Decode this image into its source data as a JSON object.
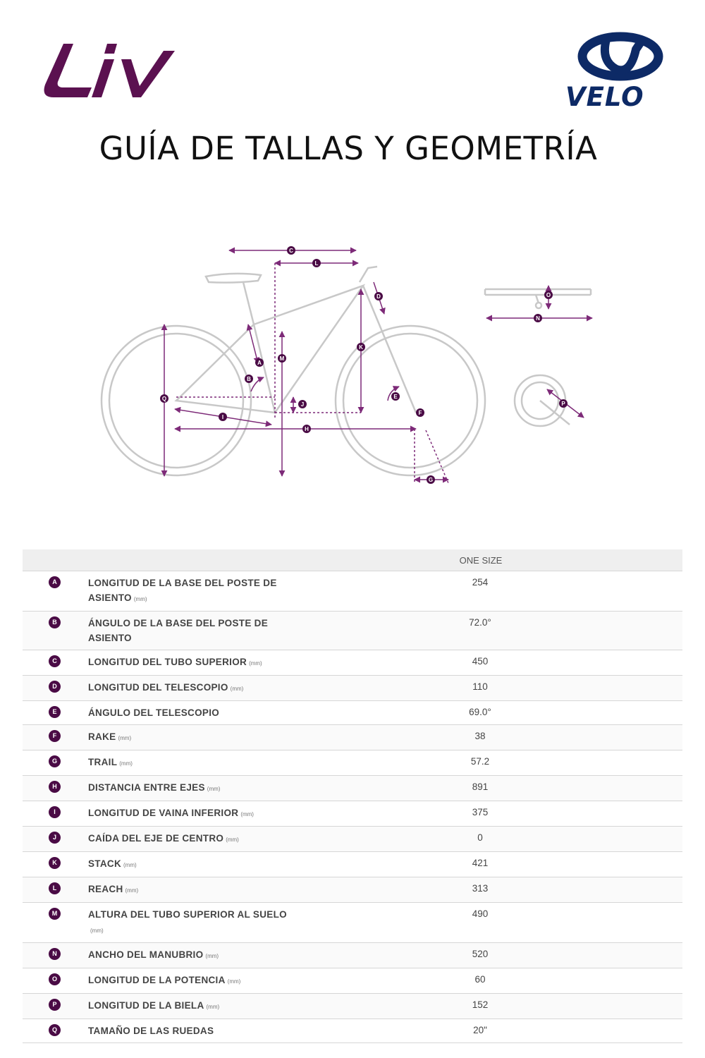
{
  "header": {
    "logo_left": "Liv",
    "logo_right": "VELO",
    "title": "GUÍA DE TALLAS Y GEOMETRÍA"
  },
  "colors": {
    "liv_purple": "#5b1150",
    "badge_purple": "#4a0b45",
    "velo_blue": "#0d2a66",
    "diagram_line": "#c8c8c8",
    "dimension_purple": "#7d2a78"
  },
  "diagram": {
    "markers": [
      "A",
      "B",
      "C",
      "D",
      "E",
      "F",
      "G",
      "H",
      "I",
      "J",
      "K",
      "L",
      "M",
      "N",
      "O",
      "P",
      "Q"
    ]
  },
  "table": {
    "column_header": "ONE SIZE",
    "rows": [
      {
        "letter": "A",
        "label": "LONGITUD DE LA BASE DEL POSTE DE",
        "label2": "ASIENTO",
        "unit": "(mm)",
        "value": "254"
      },
      {
        "letter": "B",
        "label": "ÁNGULO DE LA BASE DEL POSTE DE",
        "label2": "ASIENTO",
        "unit": "",
        "value": "72.0°"
      },
      {
        "letter": "C",
        "label": "LONGITUD DEL TUBO SUPERIOR",
        "label2": "",
        "unit": "(mm)",
        "value": "450"
      },
      {
        "letter": "D",
        "label": "LONGITUD DEL TELESCOPIO",
        "label2": "",
        "unit": "(mm)",
        "value": "110"
      },
      {
        "letter": "E",
        "label": "ÁNGULO DEL TELESCOPIO",
        "label2": "",
        "unit": "",
        "value": "69.0°"
      },
      {
        "letter": "F",
        "label": "RAKE",
        "label2": "",
        "unit": "(mm)",
        "value": "38"
      },
      {
        "letter": "G",
        "label": "TRAIL",
        "label2": "",
        "unit": "(mm)",
        "value": "57.2"
      },
      {
        "letter": "H",
        "label": "DISTANCIA ENTRE EJES",
        "label2": "",
        "unit": "(mm)",
        "value": "891"
      },
      {
        "letter": "I",
        "label": "LONGITUD DE VAINA INFERIOR",
        "label2": "",
        "unit": "(mm)",
        "value": "375"
      },
      {
        "letter": "J",
        "label": "CAÍDA DEL EJE DE CENTRO",
        "label2": "",
        "unit": "(mm)",
        "value": "0"
      },
      {
        "letter": "K",
        "label": "STACK",
        "label2": "",
        "unit": "(mm)",
        "value": "421"
      },
      {
        "letter": "L",
        "label": "REACH",
        "label2": "",
        "unit": "(mm)",
        "value": "313"
      },
      {
        "letter": "M",
        "label": "ALTURA DEL TUBO SUPERIOR AL SUELO",
        "label2": "",
        "unit": "(mm)",
        "unit_on_new_line": true,
        "value": "490"
      },
      {
        "letter": "N",
        "label": "ANCHO DEL MANUBRIO",
        "label2": "",
        "unit": "(mm)",
        "value": "520"
      },
      {
        "letter": "O",
        "label": "LONGITUD DE LA POTENCIA",
        "label2": "",
        "unit": "(mm)",
        "value": "60"
      },
      {
        "letter": "P",
        "label": "LONGITUD DE LA BIELA",
        "label2": "",
        "unit": "(mm)",
        "value": "152"
      },
      {
        "letter": "Q",
        "label": "TAMAÑO DE LAS RUEDAS",
        "label2": "",
        "unit": "",
        "value": "20\""
      }
    ]
  }
}
